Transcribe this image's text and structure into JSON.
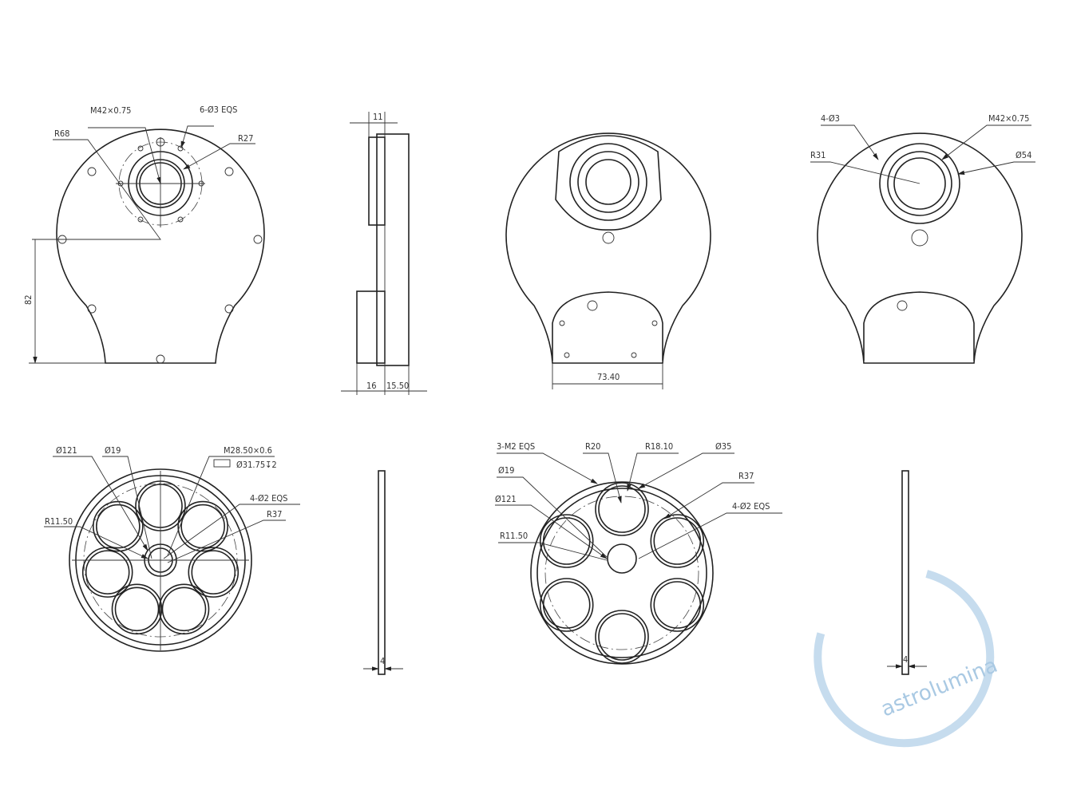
{
  "view_top_front": {
    "thread": "M42×0.75",
    "holes": "6-Ø3 EQS",
    "outer_radius": "R68",
    "inner_radius": "R27",
    "height": "82"
  },
  "view_side": {
    "top_width": "11",
    "bottom_left": "16",
    "bottom_right": "15.50"
  },
  "view_front_3d": {
    "plate_width": "73.40"
  },
  "view_back": {
    "holes": "4-Ø3",
    "thread": "M42×0.75",
    "radius": "R31",
    "diameter": "Ø54"
  },
  "wheel_7": {
    "outer_diameter": "Ø121",
    "hole_diameter": "Ø19",
    "thread": "M28.50×0.6",
    "counterbore": "Ø31.75↧2",
    "holes": "4-Ø2 EQS",
    "hub_radius": "R11.50",
    "pitch_radius": "R37"
  },
  "wheel_6": {
    "screws": "3-M2 EQS",
    "radius_a": "R20",
    "radius_b": "R18.10",
    "diameter": "Ø35",
    "hole_diameter": "Ø19",
    "pitch_radius": "R37",
    "outer_diameter": "Ø121",
    "holes": "4-Ø2 EQS",
    "hub_radius": "R11.50"
  },
  "plate_thickness_1": "4",
  "plate_thickness_2": "4",
  "watermark": "astrolumina"
}
